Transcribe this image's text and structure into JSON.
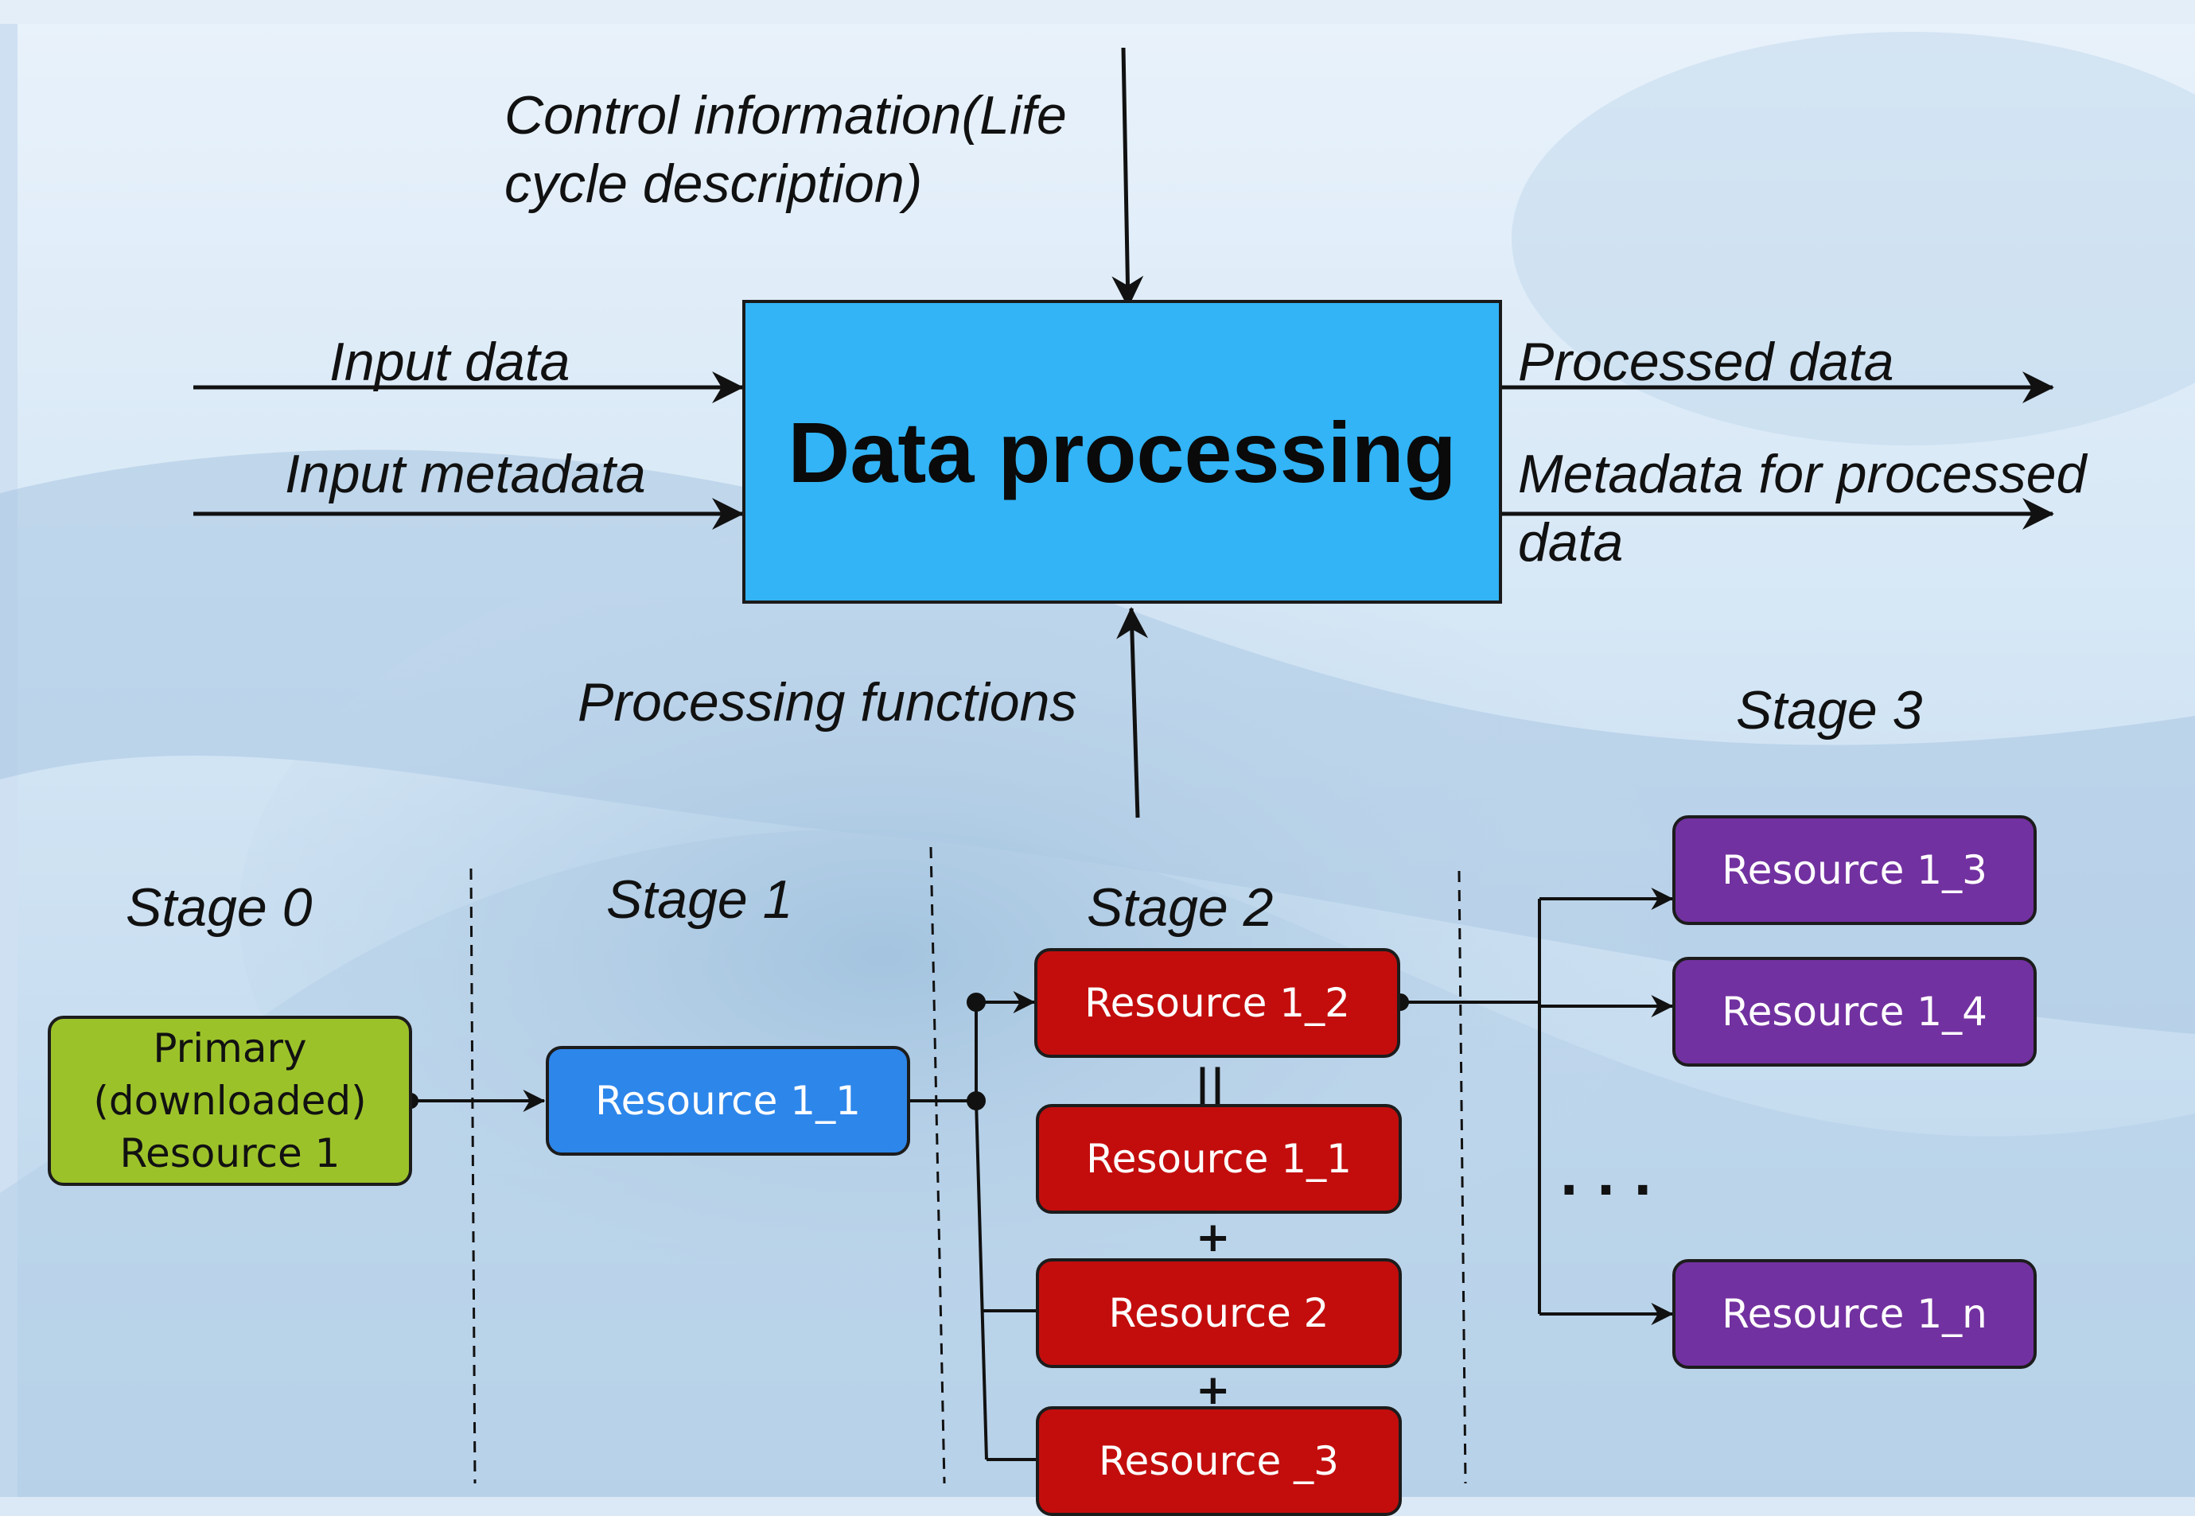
{
  "diagram": {
    "center_box": "Data processing",
    "inputs": {
      "control": "Control information(Life cycle description)",
      "input_data": "Input data",
      "input_metadata": "Input metadata",
      "processing_functions": "Processing functions"
    },
    "outputs": {
      "processed_data": "Processed data",
      "metadata_processed": "Metadata for processed data"
    },
    "stages": {
      "stage0": "Stage 0",
      "stage1": "Stage 1",
      "stage2": "Stage 2",
      "stage3": "Stage 3"
    },
    "resources": {
      "primary": "Primary (downloaded) Resource 1",
      "s1_r11": "Resource 1_1",
      "s2_r12": "Resource 1_2",
      "s2_r11": "Resource 1_1",
      "s2_r2": "Resource 2",
      "s2_r3": "Resource _3",
      "s3_r13": "Resource 1_3",
      "s3_r14": "Resource 1_4",
      "s3_r1n": "Resource 1_n"
    },
    "symbols": {
      "equals": "||",
      "plus1": "+",
      "plus2": "+",
      "ellipsis": "..."
    },
    "colors": {
      "process_box": "#32b4f6",
      "primary": "#9cc22a",
      "stage1": "#2d86ea",
      "stage2": "#c30d0d",
      "stage3": "#7231a0"
    }
  }
}
